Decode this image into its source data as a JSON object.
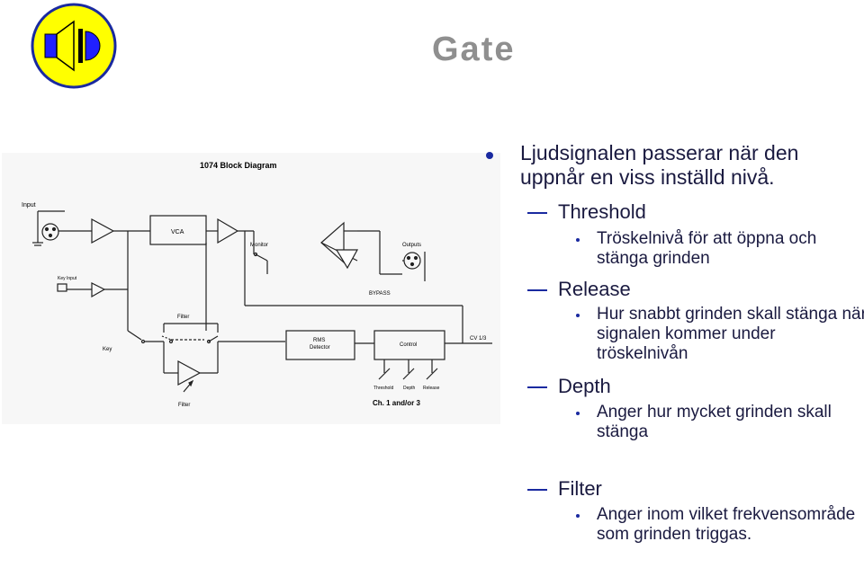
{
  "slide": {
    "title": "Gate",
    "intro": "Ljudsignalen passerar när den uppnår en viss inställd nivå.",
    "items": [
      {
        "label": "Threshold",
        "desc": "Tröskelnivå för att öppna och stänga grinden"
      },
      {
        "label": "Release",
        "desc": "Hur snabbt grinden skall stänga när signalen kommer under tröskelnivån"
      },
      {
        "label": "Depth",
        "desc": "Anger hur mycket grinden skall stänga"
      },
      {
        "label": "Filter",
        "desc": "Anger inom vilket frekvensområde som grinden triggas."
      }
    ]
  },
  "diagram": {
    "title": "1074 Block Diagram",
    "labels": {
      "input": "Input",
      "key_input": "Key Input",
      "key": "Key",
      "vca": "VCA",
      "monitor": "Monitor",
      "outputs": "Outputs",
      "bypass": "BYPASS",
      "filter": "Filter",
      "filter_bottom": "Filter",
      "rms_line1": "RMS",
      "rms_line2": "Detector",
      "control": "Control",
      "cv": "CV 1/3",
      "threshold": "Threshold",
      "depth": "Depth",
      "release": "Release",
      "channel": "Ch. 1 and/or 3"
    }
  },
  "colors": {
    "title": "#8f8f8f",
    "text": "#1a1a40",
    "bullet": "#1a2aa0",
    "logo_fill": "#ffff00",
    "logo_ring": "#1a2aa0"
  },
  "icons": {
    "logo": "speaker-icon"
  }
}
